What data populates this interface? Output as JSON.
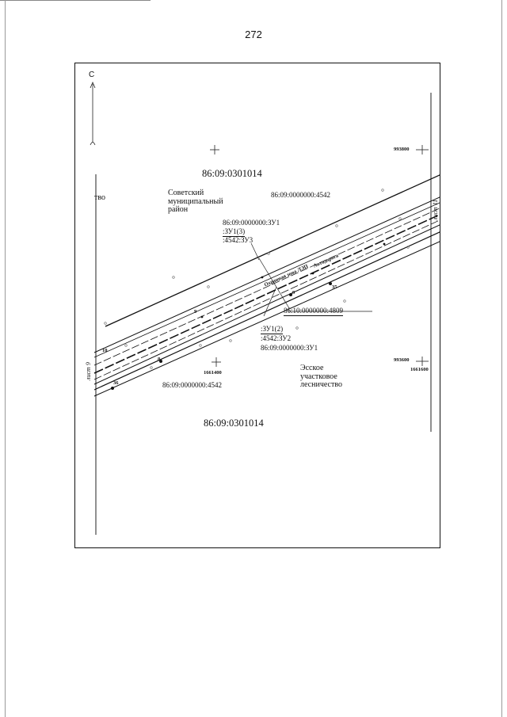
{
  "page": {
    "number": "272"
  },
  "map": {
    "north_letter": "С",
    "parcels": {
      "main_top": "86:09:0301014",
      "main_bottom": "86:09:0301014",
      "upper_4542": "86:09:0000000:4542",
      "lower_4542": "86:09:0000000:4542",
      "center_4809": "86:10:0000000:4809"
    },
    "places": {
      "sovetsky": "Советский\nмуниципальный\nрайон",
      "esskoe": "Эсское\nучастковое\nлесничество",
      "partial_left": "тво"
    },
    "upper_group": [
      "86:09:0000000:ЗУ1",
      ":ЗУ1(3)",
      ":4542:ЗУ3"
    ],
    "lower_group": [
      ":ЗУ1(2)",
      ":4542:ЗУ2",
      "86:09:0000000:ЗУ1"
    ],
    "road_labels": [
      "Охранная зона ЛЭП",
      "Автодорога"
    ],
    "points": {
      "p9a": "9",
      "p9b": "9",
      "p35": "35",
      "p8": "8",
      "p36": "36",
      "p10": "10"
    },
    "coordinates": {
      "c993800": "993800",
      "c993600": "993600",
      "c1661400": "1661400",
      "c1661600": "1661600"
    },
    "sheets": {
      "right": "лист 11",
      "left": "лист 9"
    }
  }
}
